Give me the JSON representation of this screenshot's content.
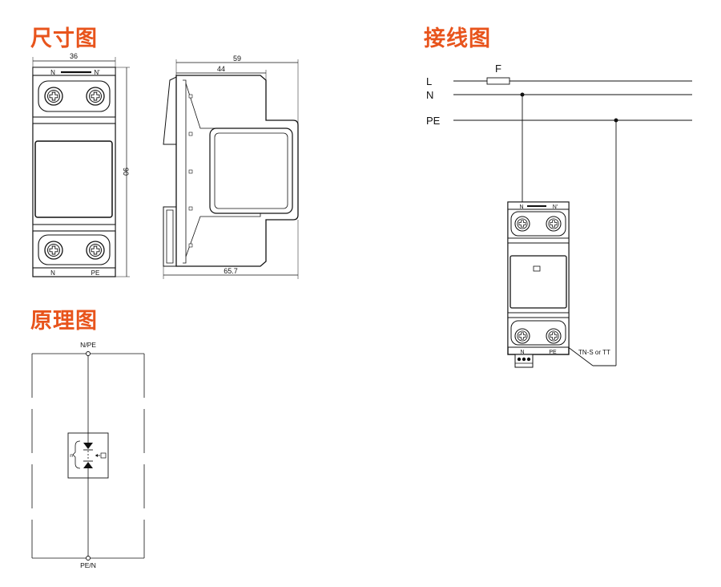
{
  "accent_color": "#e8541c",
  "sections": {
    "dimensions_title": "尺寸图",
    "wiring_title": "接线图",
    "principle_title": "原理图"
  },
  "dimensions": {
    "width_front": "36",
    "depth_total": "59",
    "depth_body": "44",
    "height": "90",
    "depth_base": "65.7",
    "top_terminal_left": "N",
    "top_terminal_right": "N'",
    "bottom_terminal_left": "N",
    "bottom_terminal_right": "PE"
  },
  "wiring": {
    "line_l": "L",
    "line_n": "N",
    "line_pe": "PE",
    "fuse_label": "F",
    "device_top_left": "N",
    "device_top_right": "N'",
    "device_bottom_left": "N",
    "device_bottom_right": "PE",
    "system_label": "TN-S or TT"
  },
  "principle": {
    "top_terminal": "N/PE",
    "bottom_terminal": "PE/N",
    "component_label": "n"
  }
}
